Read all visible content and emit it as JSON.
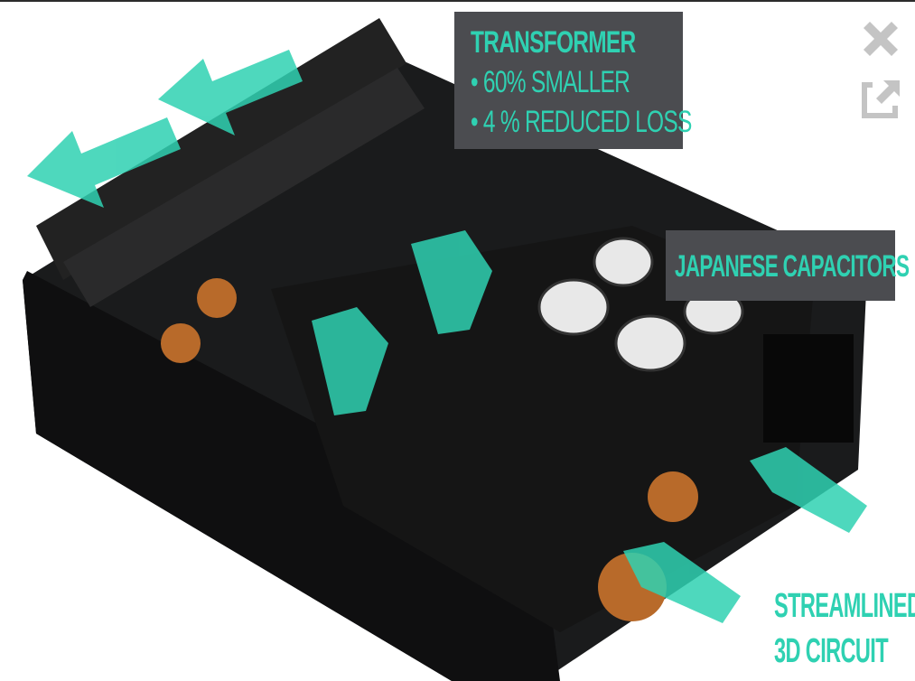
{
  "viewer": {
    "close_icon": "close-icon",
    "open_external_icon": "open-external-icon"
  },
  "callouts": {
    "transformer": {
      "title": "TRANSFORMER",
      "items": [
        "• 60% SMALLER",
        "• 4 % REDUCED LOSS"
      ]
    },
    "capacitors": {
      "title": "JAPANESE CAPACITORS"
    },
    "circuit": {
      "lines": [
        "STREAMLINED",
        "3D CIRCUIT"
      ]
    }
  },
  "colors": {
    "accent": "#2fd1b2",
    "callout_bg": "#4b4c50",
    "icon": "#c4c4c4"
  }
}
